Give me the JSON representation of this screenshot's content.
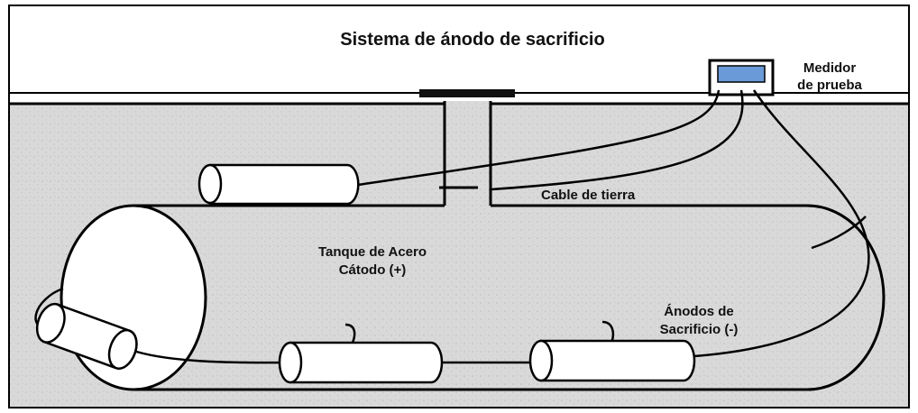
{
  "title": "Sistema de ánodo de sacrificio",
  "meter_label": [
    "Medidor",
    "de prueba"
  ],
  "ground_cable_label": "Cable de tierra",
  "tank_label": [
    "Tanque de Acero",
    "Cátodo (+)"
  ],
  "anodes_label": [
    "Ánodos de",
    "Sacrificio (-)"
  ],
  "colors": {
    "soil": "#d9d9d9",
    "soil_speckle": "#bdbdbd",
    "line": "#000000",
    "meter_screen": "#6a9bd8",
    "background": "#ffffff"
  }
}
